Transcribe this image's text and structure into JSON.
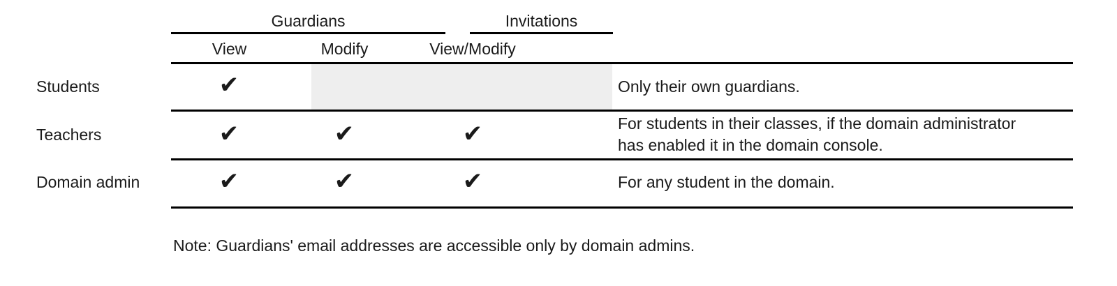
{
  "table": {
    "column_groups": [
      {
        "id": "guardians",
        "label": "Guardians"
      },
      {
        "id": "invitations",
        "label": "Invitations"
      }
    ],
    "columns": [
      {
        "id": "view",
        "label": "View",
        "group": "guardians"
      },
      {
        "id": "modify",
        "label": "Modify",
        "group": "guardians"
      },
      {
        "id": "view_modify",
        "label": "View/Modify",
        "group": "invitations"
      }
    ],
    "check_glyph": "✔",
    "rows": [
      {
        "id": "students",
        "label": "Students",
        "guardians_view": "✔",
        "guardians_modify": "",
        "invitations_view_modify": "",
        "note": "Only their own guardians."
      },
      {
        "id": "teachers",
        "label": "Teachers",
        "guardians_view": "✔",
        "guardians_modify": "✔",
        "invitations_view_modify": "✔",
        "note_line1": "For students in their classes, if the domain administrator",
        "note_line2": "has enabled it in the domain console."
      },
      {
        "id": "domain_admin",
        "label": "Domain admin",
        "guardians_view": "✔",
        "guardians_modify": "✔",
        "invitations_view_modify": "✔",
        "note": "For any student in the domain."
      }
    ],
    "footnote": "Note: Guardians' email addresses are accessible only by domain admins.",
    "colors": {
      "text": "#1a1a1a",
      "rule": "#000000",
      "disabled_cell": "#eeeeee",
      "background": "#ffffff"
    }
  }
}
